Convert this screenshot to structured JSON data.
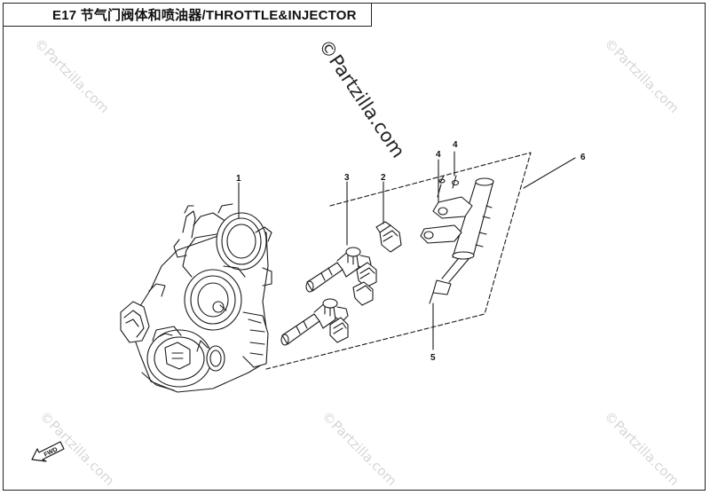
{
  "header": {
    "title": "E17 节气门阀体和喷油器/THROTTLE&INJECTOR"
  },
  "watermarks": {
    "main": "©Partzilla.com",
    "faint": "©Partzilla.com"
  },
  "callouts": {
    "c1": "1",
    "c2": "2",
    "c3": "3",
    "c4a": "4",
    "c4b": "4",
    "c5": "5",
    "c6": "6"
  },
  "direction_badge": {
    "label": "FWD",
    "icon": "fwd-arrow-icon"
  },
  "colors": {
    "line": "#1a1a1a",
    "watermark": "#d6d6d6",
    "background": "#ffffff"
  }
}
